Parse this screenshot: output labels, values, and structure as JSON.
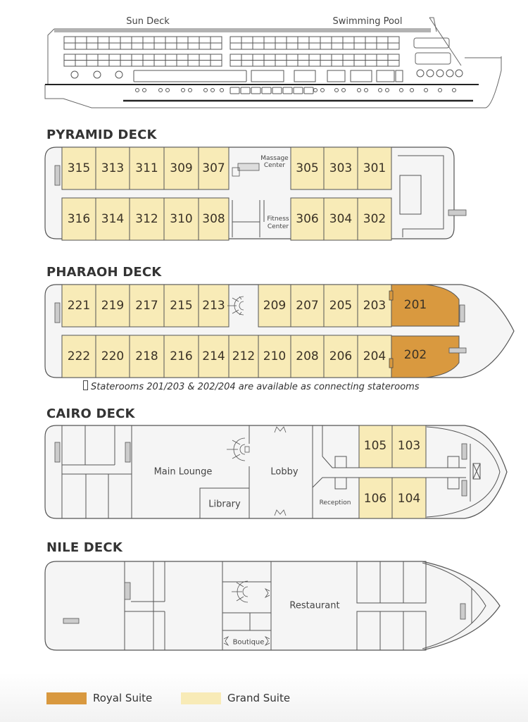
{
  "ship_profile": {
    "labels": {
      "sun_deck": "Sun Deck",
      "swimming_pool": "Swimming Pool"
    }
  },
  "colors": {
    "royal_suite": "#D9993F",
    "grand_suite": "#F8EBB7",
    "deck_fill": "#F5F5F5",
    "outline": "#555555"
  },
  "decks": {
    "pyramid": {
      "title": "PYRAMID DECK",
      "top_rooms": [
        "315",
        "313",
        "311",
        "309",
        "307",
        "305",
        "303",
        "301"
      ],
      "bottom_rooms": [
        "316",
        "314",
        "312",
        "310",
        "308",
        "306",
        "304",
        "302"
      ],
      "labels": {
        "massage": [
          "Massage",
          "Center"
        ],
        "fitness": [
          "Fitness",
          "Center"
        ]
      }
    },
    "pharaoh": {
      "title": "PHARAOH DECK",
      "top_rooms": [
        "221",
        "219",
        "217",
        "215",
        "213",
        "209",
        "207",
        "205",
        "203"
      ],
      "bottom_rooms": [
        "222",
        "220",
        "218",
        "216",
        "214",
        "212",
        "210",
        "208",
        "206",
        "204"
      ],
      "royal_rooms": [
        "201",
        "202"
      ],
      "note": "Staterooms 201/203 & 202/204 are available as connecting staterooms"
    },
    "cairo": {
      "title": "CAIRO DECK",
      "top_rooms": [
        "105",
        "103"
      ],
      "bottom_rooms": [
        "106",
        "104"
      ],
      "labels": {
        "main_lounge": "Main Lounge",
        "lobby": "Lobby",
        "library": "Library",
        "reception": "Reception"
      }
    },
    "nile": {
      "title": "NILE DECK",
      "labels": {
        "restaurant": "Restaurant",
        "boutique": "Boutique"
      }
    }
  },
  "legend": {
    "royal": "Royal Suite",
    "grand": "Grand Suite"
  }
}
